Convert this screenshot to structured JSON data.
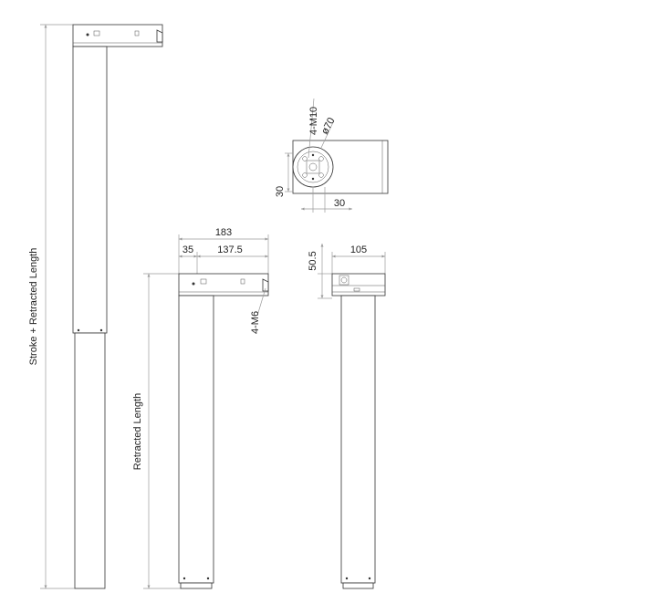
{
  "labels": {
    "stroke_retracted": "Stroke + Retracted Length",
    "retracted": "Retracted Length",
    "w183": "183",
    "w35": "35",
    "w137": "137.5",
    "m6": "4-M6",
    "m10": "4-M10",
    "phi70": "ø70",
    "d30_vert": "30",
    "d30_horiz": "30",
    "h50": "50.5",
    "w105": "105"
  },
  "colors": {
    "line": "#333333",
    "dimension": "#9a9a9a",
    "text": "#222222"
  }
}
